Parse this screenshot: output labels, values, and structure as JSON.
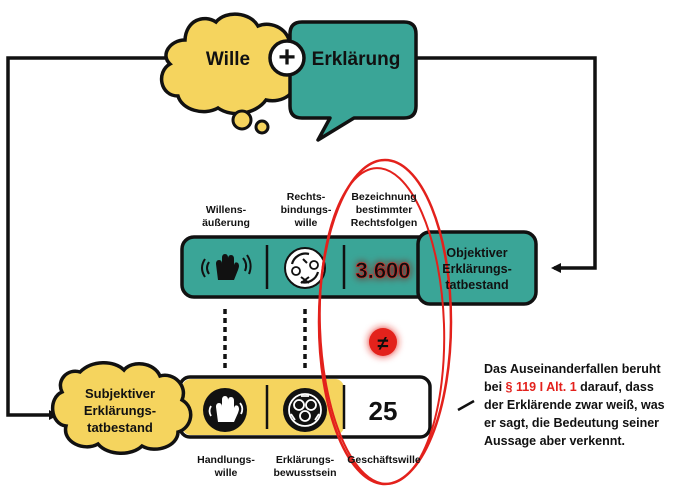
{
  "thought_bubble": {
    "label": "Wille"
  },
  "plus_symbol": "+",
  "speech_bubble": {
    "label": "Erklärung"
  },
  "objective": {
    "col_labels": [
      [
        "Willens-",
        "äußerung"
      ],
      [
        "Rechts-",
        "bindungs-",
        "wille"
      ],
      [
        "Bezeichnung",
        "bestimmter",
        "Rechtsfolgen"
      ]
    ],
    "value": "3.600",
    "title": [
      "Objektiver",
      "Erklärungs-",
      "tatbestand"
    ]
  },
  "not_equal_symbol": "≠",
  "subjective": {
    "title": [
      "Subjektiver",
      "Erklärungs-",
      "tatbestand"
    ],
    "value": "25",
    "col_labels": [
      [
        "Handlungs-",
        "wille"
      ],
      [
        "Erklärungs-",
        "bewusstsein"
      ],
      [
        "Geschäftswille"
      ]
    ]
  },
  "note": {
    "before": "Das Auseinanderfallen beruht bei ",
    "highlight": "§ 119 I Alt. 1",
    "after": " darauf, dass der Erklärende zwar weiß, was er sagt, die Bedeutung seiner Aussage aber verkennt."
  },
  "colors": {
    "yellow": "#f5d45e",
    "teal": "#3aa597",
    "red": "#e3211c",
    "outline": "#111111"
  },
  "icons": [
    "hand-wave-icon",
    "binding-will-icon",
    "hand-raised-icon",
    "awareness-icon",
    "plus-icon",
    "not-equal-icon"
  ]
}
